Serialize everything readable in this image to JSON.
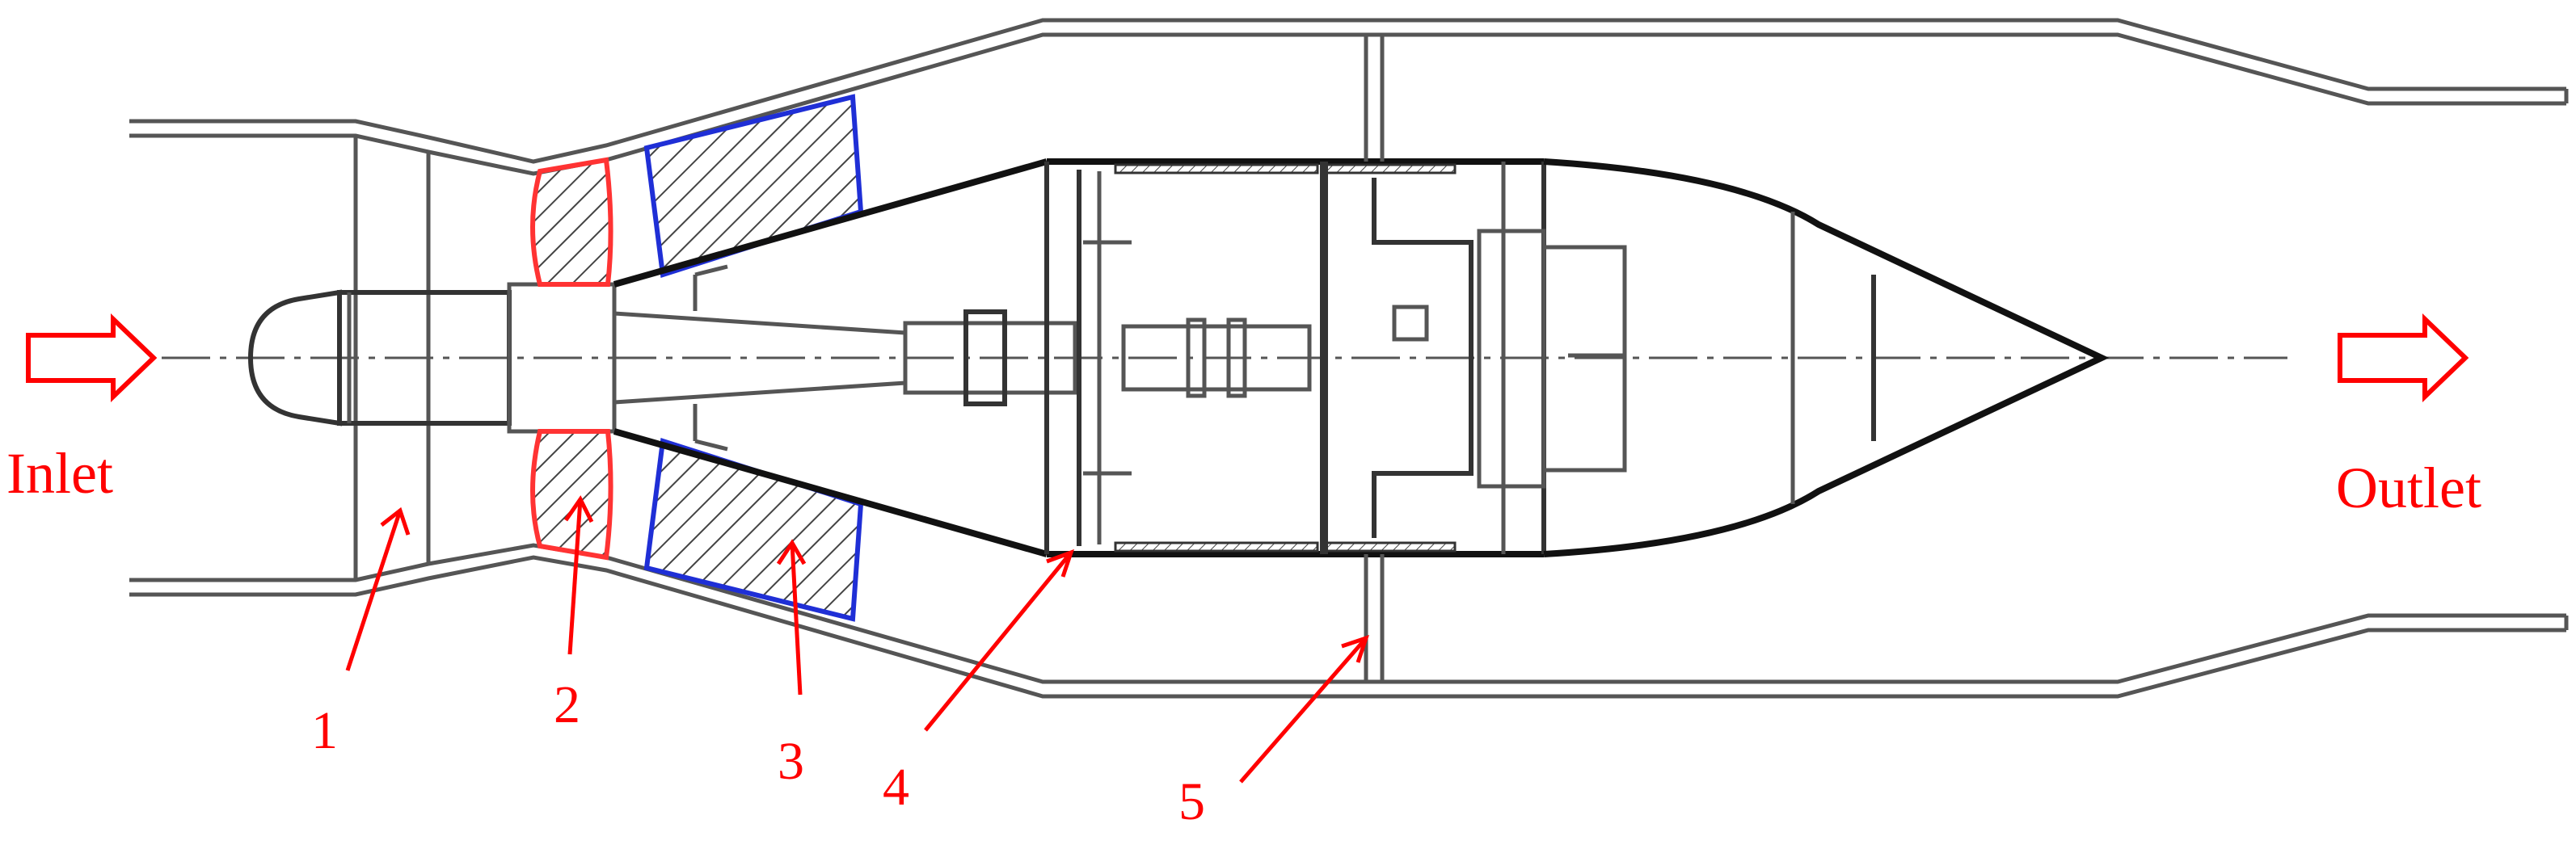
{
  "labels": {
    "inlet": "Inlet",
    "outlet": "Outlet",
    "parts": [
      "1",
      "2",
      "3",
      "4",
      "5"
    ]
  },
  "colors": {
    "annotation": "#ff0000",
    "impeller_outline": "#ff3333",
    "guide_vane_outline": "#1f2fd6",
    "structure": "#333333"
  }
}
